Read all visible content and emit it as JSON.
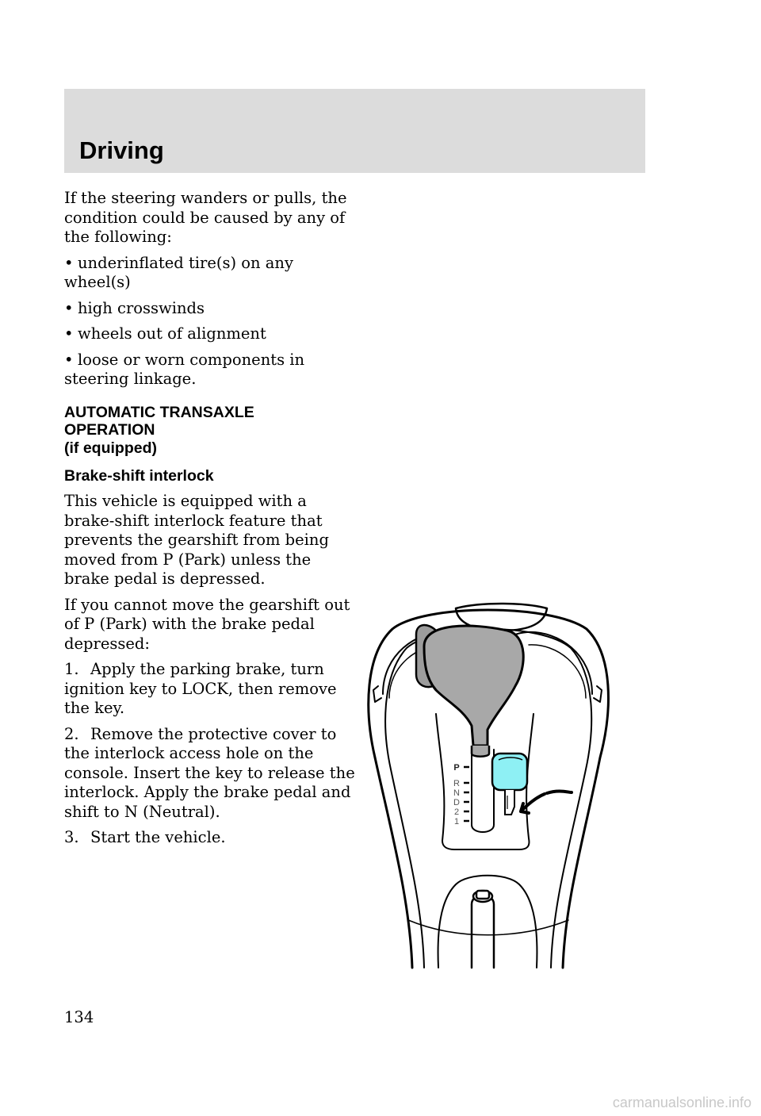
{
  "header": {
    "title": "Driving"
  },
  "intro": "If the steering wanders or pulls, the condition could be caused by any of the following:",
  "bullets": [
    "underinflated tire(s) on any wheel(s)",
    "high crosswinds",
    "wheels out of alignment",
    "loose or worn components in steering linkage."
  ],
  "section": {
    "heading_line1": "AUTOMATIC TRANSAXLE",
    "heading_line2": "OPERATION",
    "heading_line3": "(if equipped)",
    "subheading": "Brake-shift interlock",
    "para1": "This vehicle is equipped with a brake-shift interlock feature that prevents the gearshift from being moved from P (Park) unless the brake pedal is depressed.",
    "para2": "If you cannot move the gearshift out of P (Park) with the brake pedal depressed:",
    "steps": [
      {
        "num": "1.",
        "text": "Apply the parking brake, turn ignition key to LOCK, then remove the key."
      },
      {
        "num": "2.",
        "text": "Remove the protective cover to the interlock access hole on the console. Insert the key to release the interlock. Apply the brake pedal and shift to N (Neutral)."
      },
      {
        "num": "3.",
        "text": "Start the vehicle."
      }
    ]
  },
  "figure": {
    "gear_labels": [
      "P",
      "R",
      "N",
      "D",
      "2",
      "1"
    ],
    "key_color": "#8ef0f4"
  },
  "page_number": "134",
  "watermark": "carmanualsonline.info"
}
